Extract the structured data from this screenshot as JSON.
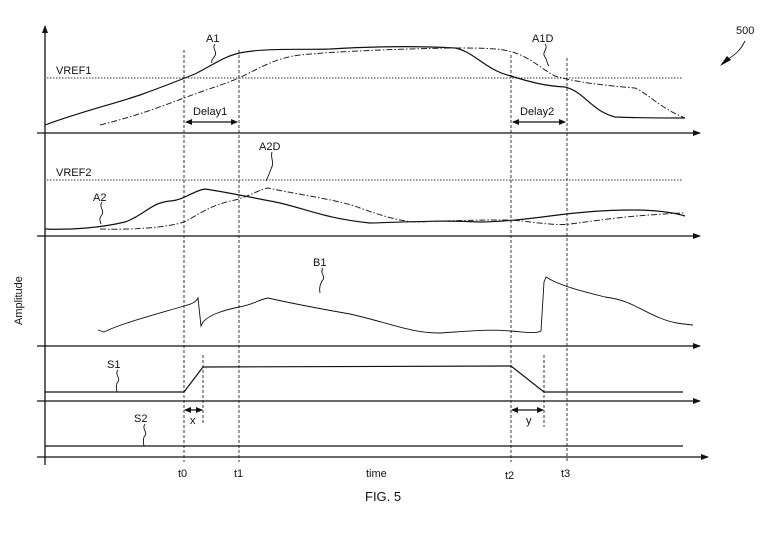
{
  "figure": {
    "ref_number": "500",
    "caption": "FIG. 5",
    "y_axis_label": "Amplitude",
    "x_axis_label": "time"
  },
  "references": {
    "vref1": "VREF1",
    "vref2": "VREF2"
  },
  "signals": {
    "a1": "A1",
    "a1d": "A1D",
    "a2": "A2",
    "a2d": "A2D",
    "b1": "B1",
    "s1": "S1",
    "s2": "S2"
  },
  "intervals": {
    "delay1": "Delay1",
    "delay2": "Delay2",
    "x": "x",
    "y": "y"
  },
  "time_marks": {
    "t0": "t0",
    "t1": "t1",
    "t2": "t2",
    "t3": "t3"
  }
}
